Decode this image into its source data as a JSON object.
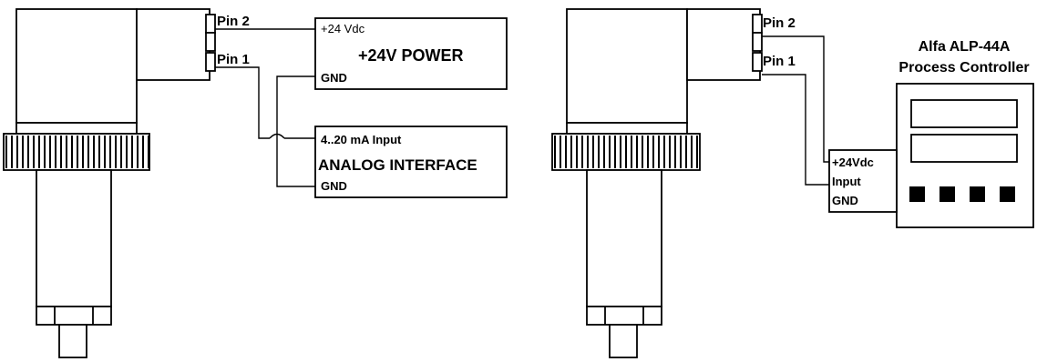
{
  "left": {
    "pin2_label": "Pin 2",
    "pin1_label": "Pin 1",
    "power_box": {
      "top_label": "+24 Vdc",
      "title": "+24V POWER",
      "bottom_label": "GND"
    },
    "analog_box": {
      "top_label": "4..20 mA Input",
      "title": "ANALOG INTERFACE",
      "bottom_label": "GND"
    }
  },
  "right": {
    "pin2_label": "Pin 2",
    "pin1_label": "Pin 1",
    "controller": {
      "title_line1": "Alfa ALP-44A",
      "title_line2": "Process Controller",
      "terminal_1": "+24Vdc",
      "terminal_2": "Input",
      "terminal_3": "GND"
    }
  }
}
